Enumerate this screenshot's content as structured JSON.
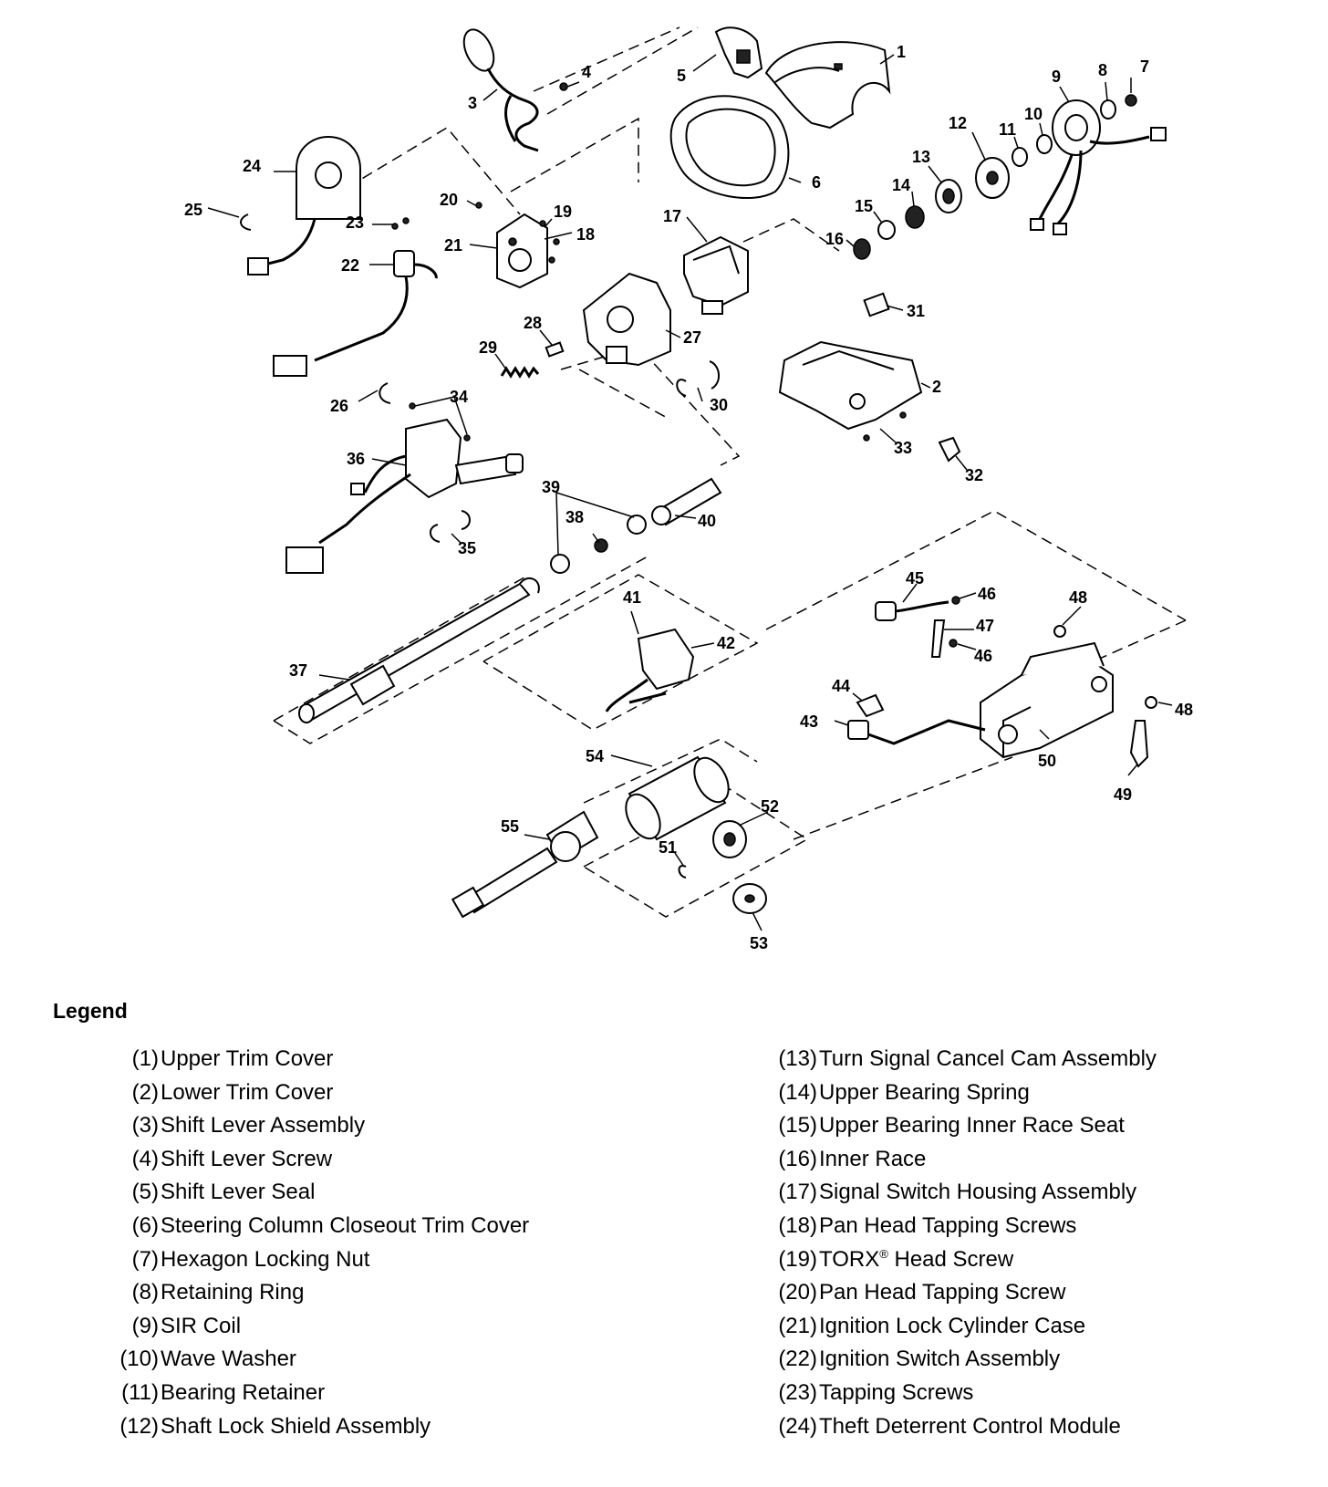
{
  "callouts": [
    "1",
    "2",
    "3",
    "4",
    "5",
    "6",
    "7",
    "8",
    "9",
    "10",
    "11",
    "12",
    "13",
    "14",
    "15",
    "16",
    "17",
    "18",
    "19",
    "20",
    "21",
    "22",
    "23",
    "24",
    "25",
    "26",
    "27",
    "28",
    "29",
    "30",
    "31",
    "32",
    "33",
    "34",
    "35",
    "36",
    "37",
    "38",
    "39",
    "40",
    "41",
    "42",
    "43",
    "44",
    "45",
    "46",
    "46",
    "47",
    "48",
    "48",
    "49",
    "50",
    "51",
    "52",
    "53",
    "54",
    "55"
  ],
  "legend": {
    "title": "Legend",
    "left": [
      {
        "num": "(1)",
        "label": "Upper Trim Cover"
      },
      {
        "num": "(2)",
        "label": "Lower Trim Cover"
      },
      {
        "num": "(3)",
        "label": "Shift Lever Assembly"
      },
      {
        "num": "(4)",
        "label": "Shift Lever Screw"
      },
      {
        "num": "(5)",
        "label": "Shift Lever Seal"
      },
      {
        "num": "(6)",
        "label": "Steering Column Closeout Trim Cover"
      },
      {
        "num": "(7)",
        "label": "Hexagon Locking Nut"
      },
      {
        "num": "(8)",
        "label": "Retaining Ring"
      },
      {
        "num": "(9)",
        "label": "SIR Coil"
      },
      {
        "num": "(10)",
        "label": "Wave Washer"
      },
      {
        "num": "(11)",
        "label": "Bearing Retainer"
      },
      {
        "num": "(12)",
        "label": "Shaft Lock Shield Assembly"
      }
    ],
    "right": [
      {
        "num": "(13)",
        "label": "Turn Signal Cancel Cam Assembly"
      },
      {
        "num": "(14)",
        "label": "Upper Bearing Spring"
      },
      {
        "num": "(15)",
        "label": "Upper Bearing Inner Race Seat"
      },
      {
        "num": "(16)",
        "label": "Inner Race"
      },
      {
        "num": "(17)",
        "label": "Signal Switch Housing Assembly"
      },
      {
        "num": "(18)",
        "label": "Pan Head Tapping Screws"
      },
      {
        "num": "(19)",
        "label": "TORX",
        "sup": "®",
        "rest": " Head Screw"
      },
      {
        "num": "(20)",
        "label": "Pan Head Tapping Screw"
      },
      {
        "num": "(21)",
        "label": "Ignition Lock Cylinder Case"
      },
      {
        "num": "(22)",
        "label": "Ignition Switch Assembly"
      },
      {
        "num": "(23)",
        "label": "Tapping Screws"
      },
      {
        "num": "(24)",
        "label": "Theft Deterrent Control Module"
      }
    ]
  }
}
